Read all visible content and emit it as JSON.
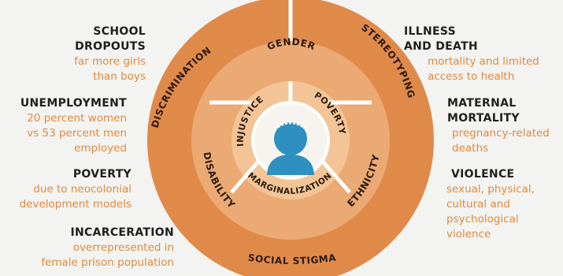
{
  "left_items": [
    {
      "title": "SCHOOL\nDROPOUTS",
      "desc": "far more girls\nthan boys"
    },
    {
      "title": "UNEMPLOYMENT",
      "desc": "20 percent women\nvs 53 percent men\nemployed"
    },
    {
      "title": "POVERTY",
      "desc": "due to neocolonial\ndevelopment models"
    },
    {
      "title": "INCARCERATION",
      "desc": "overrepresented in\nfemale prison population"
    }
  ],
  "right_items": [
    {
      "title": "ILLNESS\nAND DEATH",
      "desc": "mortality and limited\naccess to health"
    },
    {
      "title": "MATERNAL\nMORTALITY",
      "desc": "pregnancy-related\ndeaths"
    },
    {
      "title": "VIOLENCE",
      "desc": "sexual, physical,\ncultural and\npsychological\nviolence"
    }
  ],
  "outer_ring": {
    "discrimination": "DISCRIMINATION",
    "stereotyping": "STEREOTYPING",
    "social_stigma": "SOCIAL STIGMA"
  },
  "middle_ring": {
    "gender": "GENDER",
    "disability": "DISABILITY",
    "ethnicity": "ETHNICITY"
  },
  "inner_ring": {
    "injustice": "INJUSTICE",
    "poverty": "POVERTY",
    "marginalization": "MARGINALIZATION"
  },
  "colors": {
    "outer": "#e08a4a",
    "middle": "#eba973",
    "inner": "#f3c596",
    "center": "#f7f3ee",
    "figure": "#2e8fc1",
    "accent_text": "#e08a3e"
  },
  "icons": {
    "center": "woman-avatar-icon"
  }
}
